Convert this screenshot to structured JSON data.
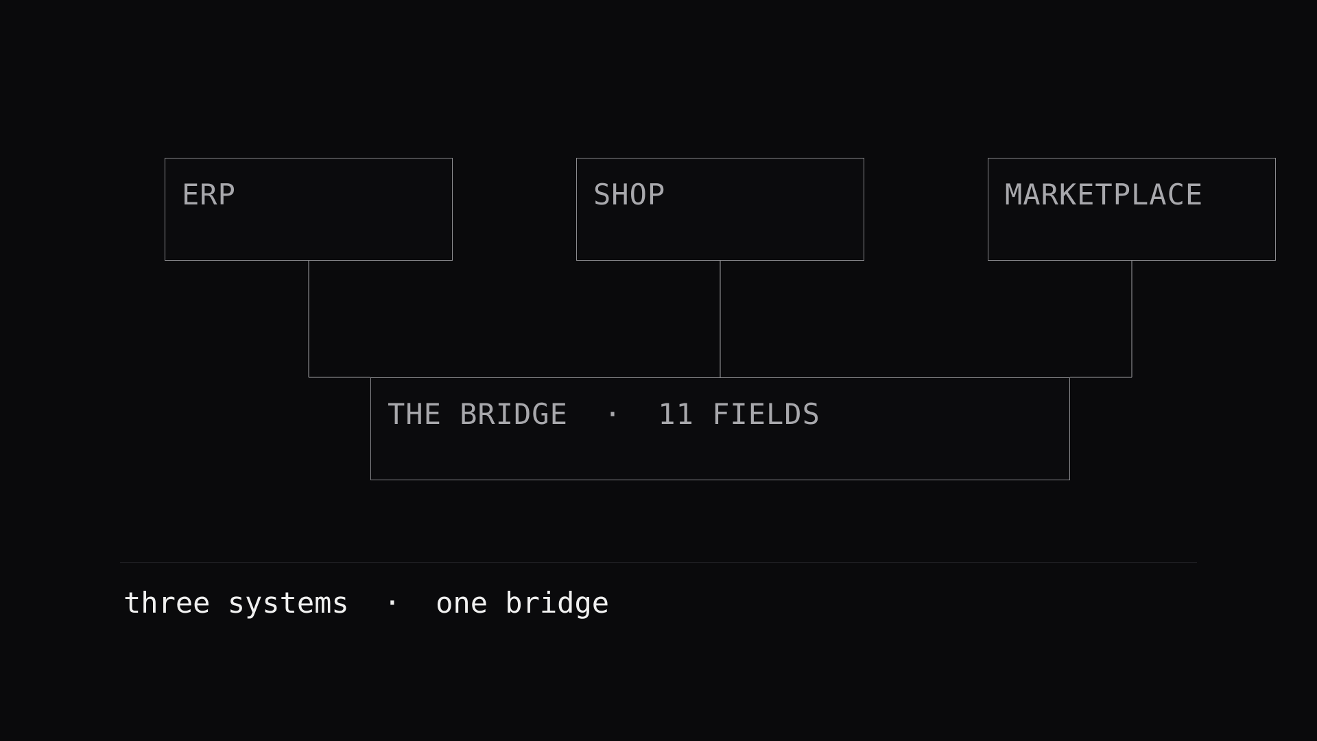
{
  "diagram": {
    "sources": [
      {
        "id": "erp",
        "label": "ERP"
      },
      {
        "id": "shop",
        "label": "SHOP"
      },
      {
        "id": "marketplace",
        "label": "MARKETPLACE"
      }
    ],
    "target": {
      "label": "THE BRIDGE  ·  11 FIELDS"
    },
    "edges": [
      {
        "from": "erp",
        "to": "bridge"
      },
      {
        "from": "shop",
        "to": "bridge"
      },
      {
        "from": "marketplace",
        "to": "bridge"
      }
    ]
  },
  "caption": "three systems  ·  one bridge",
  "colors": {
    "background": "#0a0a0c",
    "node_border": "#8a8a8e",
    "node_text": "#a8a8ac",
    "connector": "#6e6e72",
    "caption_text": "#f0f0f0"
  }
}
